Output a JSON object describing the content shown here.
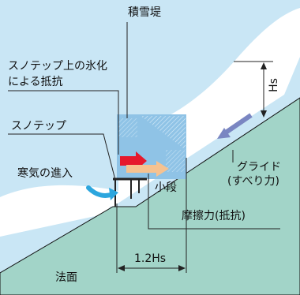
{
  "labels": {
    "snow_bank": "積雪堤",
    "ice_resistance_line1": "スノテップ上の氷化",
    "ice_resistance_line2": "による抵抗",
    "snowstep": "スノテップ",
    "cold_air": "寒気の進入",
    "small_step": "小段",
    "glide_line1": "グライド",
    "glide_line2": "(すべり力)",
    "friction": "摩擦力(抵抗)",
    "slope_surface": "法面",
    "height": "Hs",
    "width": "1.2Hs"
  },
  "colors": {
    "background": "#c9e6f5",
    "ground": "#a2d4c8",
    "snow": "#ffffff",
    "snow_block": "#8fc3e6",
    "red_arrow": "#e6192d",
    "orange_arrow": "#f6c290",
    "cold_air_arrow": "#2ca6de",
    "glide_arrow": "#7a86c2"
  }
}
